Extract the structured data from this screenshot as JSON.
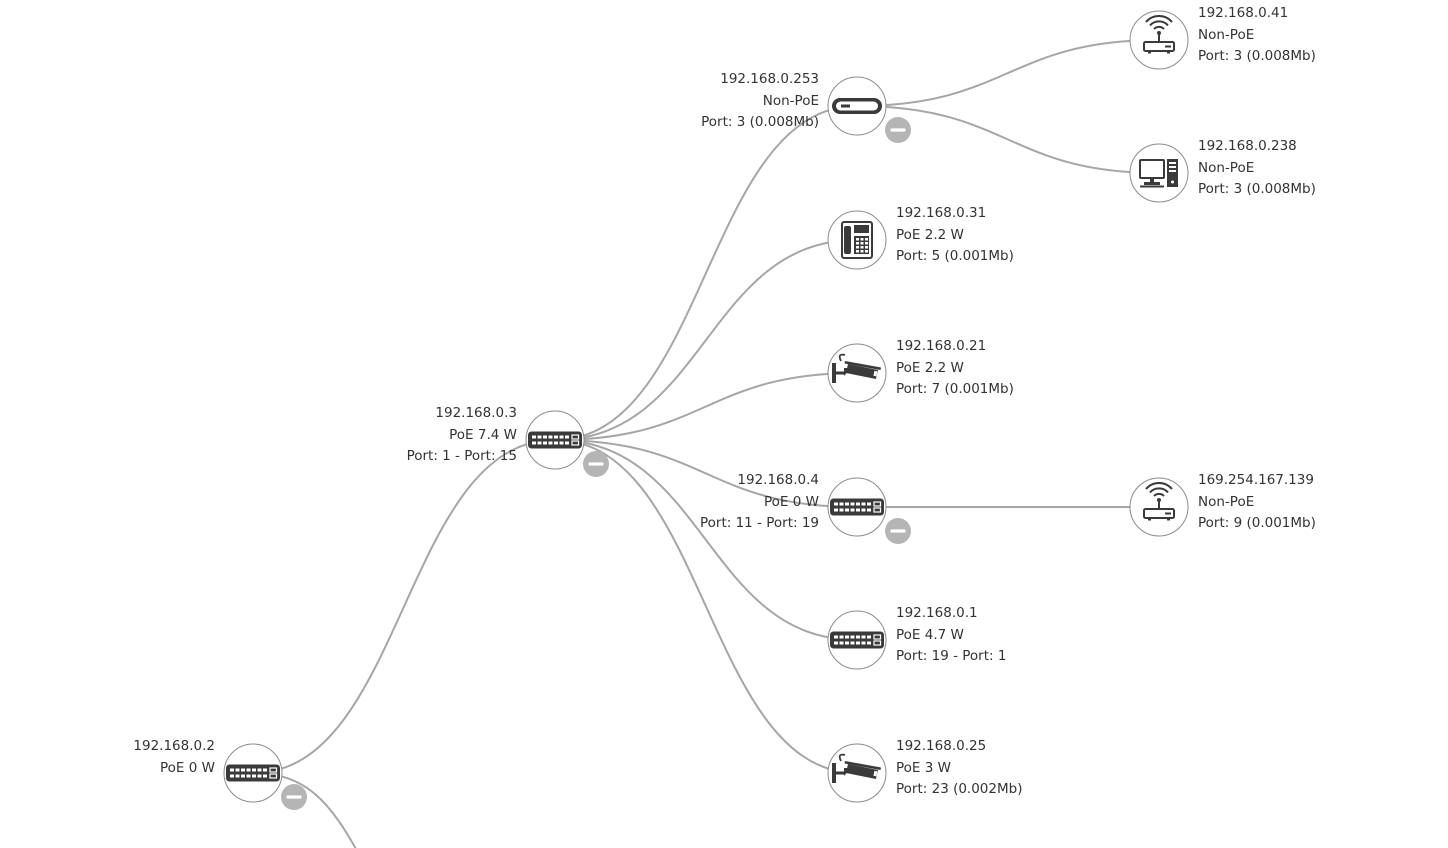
{
  "nodes": [
    {
      "id": "n0",
      "icon": "switch-icon",
      "ip": "192.168.0.2",
      "power": "PoE 0 W",
      "port": "",
      "collapsible": true
    },
    {
      "id": "n1",
      "icon": "switch-icon",
      "ip": "192.168.0.3",
      "power": "PoE 7.4 W",
      "port": "Port: 1 - Port: 15",
      "collapsible": true
    },
    {
      "id": "n2",
      "icon": "router-icon",
      "ip": "192.168.0.253",
      "power": "Non-PoE",
      "port": "Port: 3 (0.008Mb)",
      "collapsible": true
    },
    {
      "id": "n3",
      "icon": "ip-phone-icon",
      "ip": "192.168.0.31",
      "power": "PoE 2.2 W",
      "port": "Port: 5 (0.001Mb)",
      "collapsible": false
    },
    {
      "id": "n4",
      "icon": "ip-camera-icon",
      "ip": "192.168.0.21",
      "power": "PoE 2.2 W",
      "port": "Port: 7 (0.001Mb)",
      "collapsible": false
    },
    {
      "id": "n5",
      "icon": "switch-icon",
      "ip": "192.168.0.4",
      "power": "PoE 0 W",
      "port": "Port: 11 - Port: 19",
      "collapsible": true
    },
    {
      "id": "n6",
      "icon": "switch-icon",
      "ip": "192.168.0.1",
      "power": "PoE 4.7 W",
      "port": "Port: 19 - Port: 1",
      "collapsible": false
    },
    {
      "id": "n7",
      "icon": "ip-camera-icon",
      "ip": "192.168.0.25",
      "power": "PoE 3 W",
      "port": "Port: 23 (0.002Mb)",
      "collapsible": false
    },
    {
      "id": "n8",
      "icon": "wireless-ap-icon",
      "ip": "192.168.0.41",
      "power": "Non-PoE",
      "port": "Port: 3 (0.008Mb)",
      "collapsible": false
    },
    {
      "id": "n9",
      "icon": "desktop-computer-icon",
      "ip": "192.168.0.238",
      "power": "Non-PoE",
      "port": "Port: 3 (0.008Mb)",
      "collapsible": false
    },
    {
      "id": "n10",
      "icon": "wireless-ap-icon",
      "ip": "169.254.167.139",
      "power": "Non-PoE",
      "port": "Port: 9 (0.001Mb)",
      "collapsible": false
    }
  ],
  "links": [
    [
      "n0",
      "n1"
    ],
    [
      "n1",
      "n2"
    ],
    [
      "n1",
      "n3"
    ],
    [
      "n1",
      "n4"
    ],
    [
      "n1",
      "n5"
    ],
    [
      "n1",
      "n6"
    ],
    [
      "n1",
      "n7"
    ],
    [
      "n2",
      "n8"
    ],
    [
      "n2",
      "n9"
    ],
    [
      "n5",
      "n10"
    ]
  ],
  "colors": {
    "link": "#a6a6a6",
    "node_border": "#8c8c8c",
    "icon": "#3a3a3a",
    "collapse_button": "#b5b5b5"
  }
}
